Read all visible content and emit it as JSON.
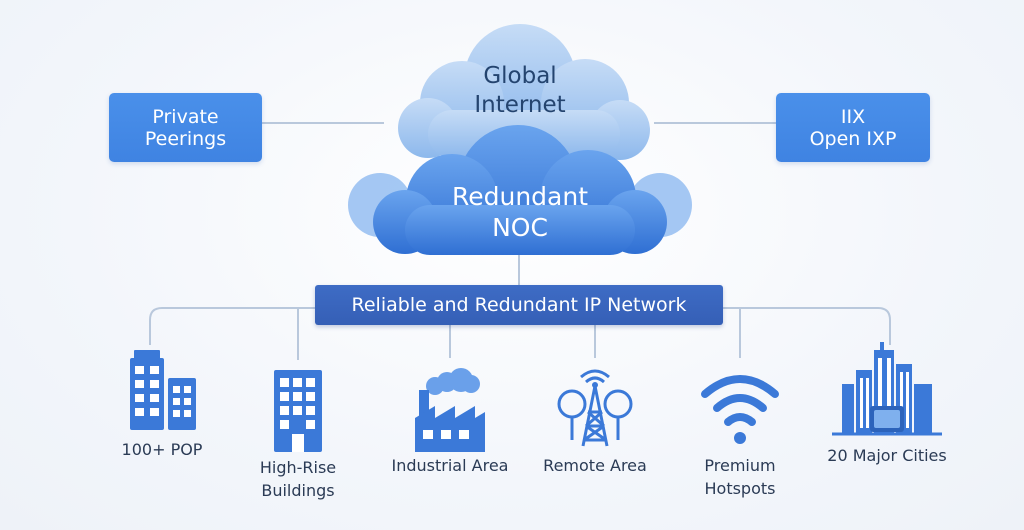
{
  "top": {
    "left_box": [
      "Private",
      "Peerings"
    ],
    "cloud_top": [
      "Global",
      "Internet"
    ],
    "right_box": [
      "IIX",
      "Open IXP"
    ],
    "cloud_center": [
      "Redundant",
      "NOC"
    ]
  },
  "network_bar": "Reliable and Redundant IP Network",
  "nodes": [
    {
      "icon": "buildings-icon",
      "label": [
        "100+ POP"
      ]
    },
    {
      "icon": "office-tower-icon",
      "label": [
        "High-Rise",
        "Buildings"
      ]
    },
    {
      "icon": "factory-icon",
      "label": [
        "Industrial Area"
      ]
    },
    {
      "icon": "tower-trees-icon",
      "label": [
        "Remote Area"
      ]
    },
    {
      "icon": "wifi-icon",
      "label": [
        "Premium",
        "Hotspots"
      ]
    },
    {
      "icon": "city-skyline-icon",
      "label": [
        "20 Major Cities"
      ]
    }
  ],
  "colors": {
    "accent": "#3f83e2",
    "network_bar": "#355fb6",
    "cloud_light": "#a9cbf2",
    "cloud_dark": "#3f7fdc",
    "icon": "#3b79d8",
    "connector": "#b9c8dc"
  }
}
